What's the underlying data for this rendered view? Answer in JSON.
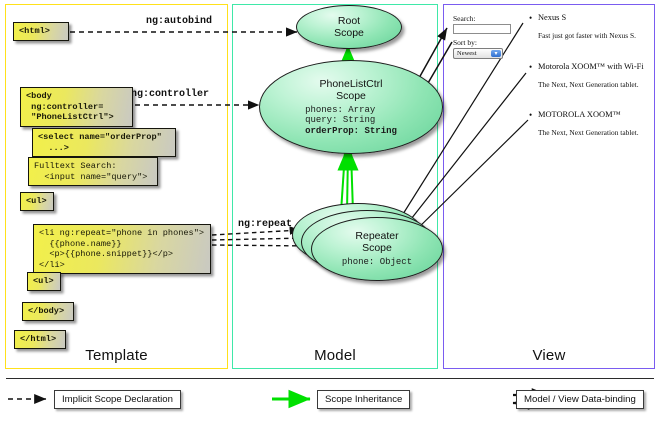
{
  "panels": {
    "template": {
      "label": "Template"
    },
    "model": {
      "label": "Model"
    },
    "view": {
      "label": "View"
    }
  },
  "template_code": {
    "html_open": "<html>",
    "body_controller": "<body\n ng:controller=\n \"PhoneListCtrl\">",
    "select": "<select name=\"orderProp\"\n  ...>",
    "fulltext": "Fulltext Search:\n  <input name=\"query\">",
    "ul_open": "<ul>",
    "li_repeat": "<li ng:repeat=\"phone in phones\">\n  {{phone.name}}\n  <p>{{phone.snippet}}</p>\n</li>",
    "ul_close": "<ul>",
    "body_close": "</body>",
    "html_close": "</html>"
  },
  "edges": {
    "autobind": "ng:autobind",
    "controller": "ng:controller",
    "repeat": "ng:repeat"
  },
  "model": {
    "root_scope": {
      "title_line1": "Root",
      "title_line2": "Scope"
    },
    "ctrl_scope": {
      "title_line1": "PhoneListCtrl",
      "title_line2": "Scope",
      "props": [
        {
          "text": "phones: Array",
          "bold": false
        },
        {
          "text": "query: String",
          "bold": false
        },
        {
          "text": "orderProp: String",
          "bold": true
        }
      ]
    },
    "repeater_scope": {
      "title_line1": "Repeater",
      "title_line2": "Scope",
      "props": [
        {
          "text": "phone: Object",
          "bold": false
        }
      ]
    }
  },
  "view": {
    "search_label": "Search:",
    "search_value": "",
    "sort_label": "Sort by:",
    "sort_selected": "Newest",
    "phones": [
      {
        "name": "Nexus S",
        "snippet": "Fast just got faster with Nexus S."
      },
      {
        "name": "Motorola XOOM™ with Wi-Fi",
        "snippet": "The Next, Next Generation tablet."
      },
      {
        "name": "MOTOROLA XOOM™",
        "snippet": "The Next, Next Generation tablet."
      }
    ]
  },
  "legend": {
    "implicit": "Implicit Scope Declaration",
    "inheritance": "Scope Inheritance",
    "databinding": "Model / View Data-binding"
  },
  "colors": {
    "template_border": "#ffe11a",
    "model_border": "#3fe8a8",
    "view_border": "#7a5cf0",
    "inheritance_arrow": "#00e000",
    "code_box": "#f2f04a",
    "scope_fill": "#8fe5b4"
  }
}
